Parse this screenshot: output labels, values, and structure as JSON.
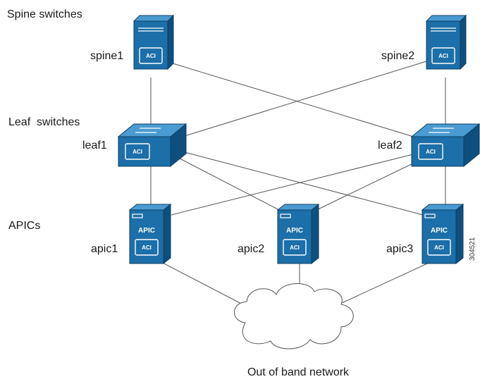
{
  "tiers": {
    "spine": "Spine switches",
    "leaf": "Leaf  switches",
    "apic": "APICs"
  },
  "spines": [
    {
      "label": "spine1",
      "badge": "ACI"
    },
    {
      "label": "spine2",
      "badge": "ACI"
    }
  ],
  "leaves": [
    {
      "label": "leaf1",
      "badge": "ACI"
    },
    {
      "label": "leaf2",
      "badge": "ACI"
    }
  ],
  "apics": [
    {
      "label": "apic1",
      "title": "APIC",
      "badge": "ACI"
    },
    {
      "label": "apic2",
      "title": "APIC",
      "badge": "ACI"
    },
    {
      "label": "apic3",
      "title": "APIC",
      "badge": "ACI"
    }
  ],
  "network": {
    "label": "Out of band network"
  },
  "figure_id": "304521",
  "colors": {
    "device": "#1c6fa8",
    "device_top": "#4a9bd1",
    "device_side": "#0f4f7e",
    "line": "#555555"
  }
}
